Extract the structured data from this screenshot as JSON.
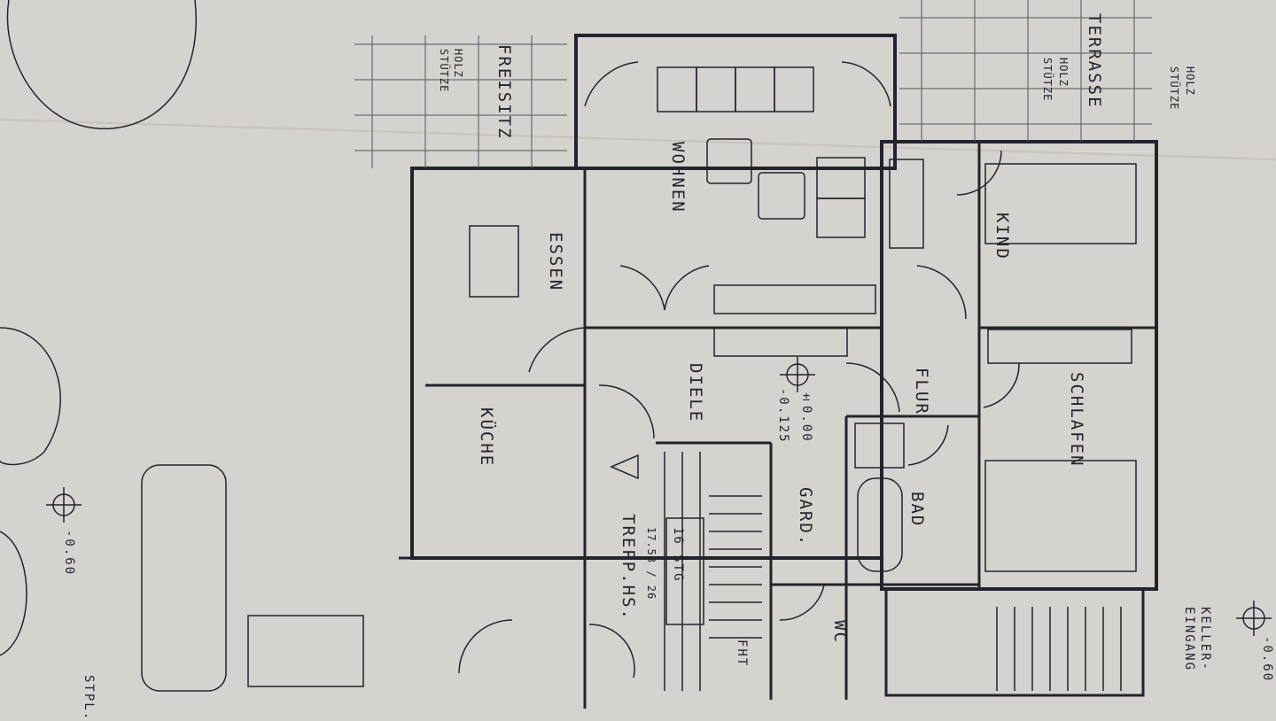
{
  "rooms": {
    "freisitz": "FREISITZ",
    "wohnen": "WOHNEN",
    "terrasse": "TERRASSE",
    "essen": "ESSEN",
    "kind": "KIND",
    "diele": "DIELE",
    "flur": "FLUR",
    "kueche": "KÜCHE",
    "schlafen": "SCHLAFEN",
    "gard": "GARD.",
    "bad": "BAD",
    "trepphs": "TREPP.HS.",
    "wc": "WC",
    "fht": "FHT",
    "keller1": "KELLER-",
    "keller2": "EINGANG",
    "stpl": "STPL."
  },
  "annotations": {
    "holz": "HOLZ",
    "stuetze": "STÜTZE",
    "level_main": "±0.00",
    "level_sub": "-0.125",
    "stair_ratio": "17.53 / 26",
    "stair_steps": "16 STG",
    "level_outside_left": "-0.60",
    "level_outside_right": "-0.60"
  },
  "colors": {
    "paper": "#d4d3cf",
    "ink": "#23232d"
  }
}
